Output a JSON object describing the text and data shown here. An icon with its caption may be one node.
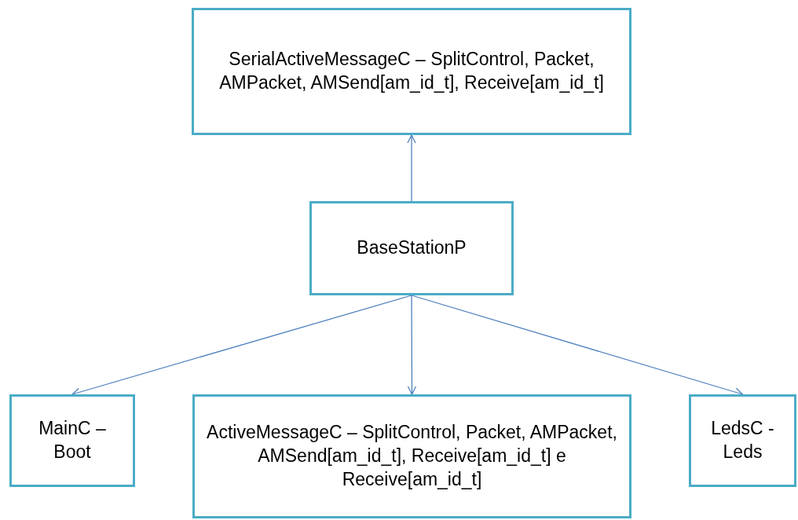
{
  "diagram": {
    "nodes": [
      {
        "text": [
          "SerialActiveMessageC – SplitControl, Packet, AMPacket, AMSend[am_id_t], Receive[am_id_t]"
        ]
      },
      {
        "text": [
          "BaseStationP"
        ]
      },
      {
        "text": [
          "MainC – Boot"
        ]
      },
      {
        "text": [
          "ActiveMessageC – SplitControl, Packet, AMPacket, AMSend[am_id_t], Receive[am_id_t] e Receive[am_id_t]"
        ]
      },
      {
        "text": [
          "LedsC - Leds"
        ]
      }
    ],
    "edges": [
      {
        "from": 1,
        "to": 0,
        "arrow": "to"
      },
      {
        "from": 1,
        "to": 2,
        "arrow": "to"
      },
      {
        "from": 1,
        "to": 3,
        "arrow": "to"
      },
      {
        "from": 1,
        "to": 4,
        "arrow": "to"
      }
    ]
  }
}
